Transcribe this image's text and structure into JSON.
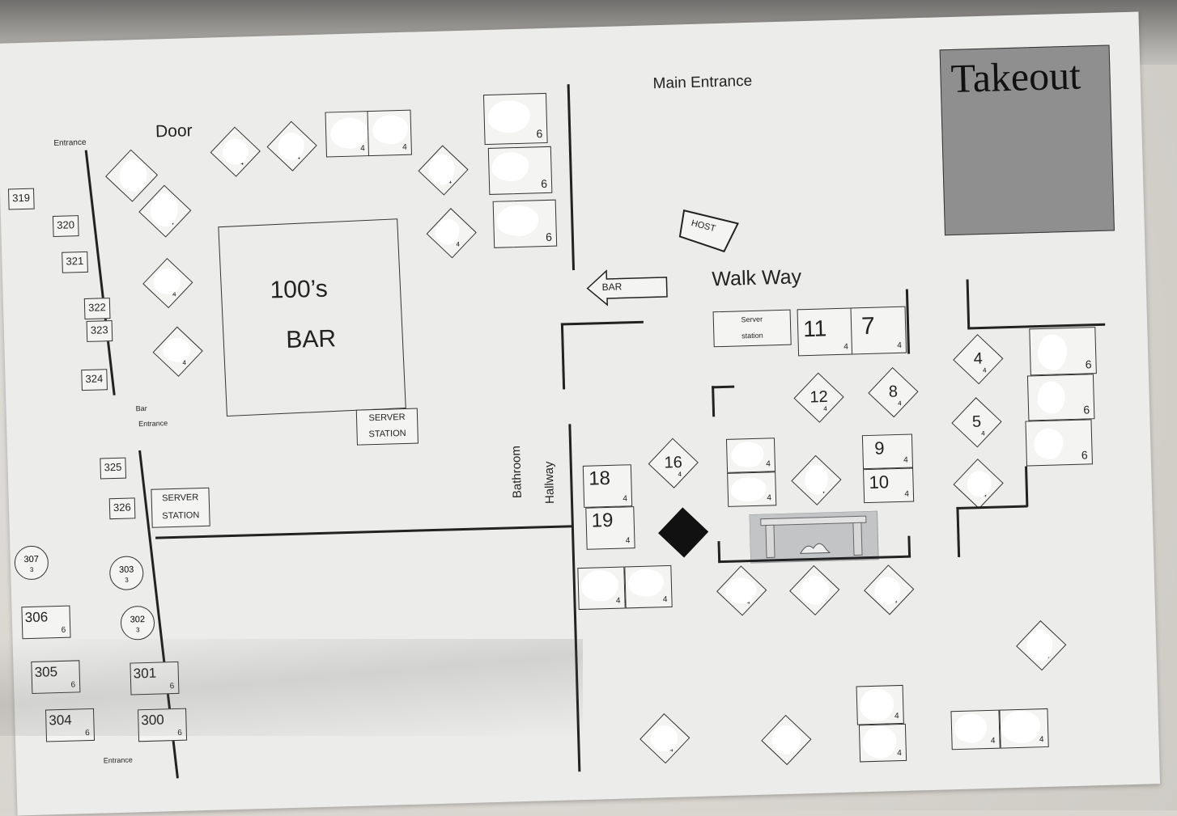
{
  "labels": {
    "main_entrance": "Main Entrance",
    "takeout": "Takeout",
    "door": "Door",
    "entrance_top": "Entrance",
    "entrance_bottom": "Entrance",
    "bar_entrance_1": "Bar",
    "bar_entrance_2": "Entrance",
    "bar_line1": "100’s",
    "bar_line2": "BAR",
    "walk_way": "Walk Way",
    "host": "HOST",
    "bar_arrow": "BAR",
    "bathroom": "Bathroom",
    "hallway": "Hallway",
    "server_station_small_1": "Server",
    "server_station_small_2": "station",
    "server_station_bar_1": "SERVER",
    "server_station_bar_2": "STATION",
    "server_station_left_1": "SERVER",
    "server_station_left_2": "STATION"
  },
  "tables_square": [
    {
      "num": "18",
      "cap": "4"
    },
    {
      "num": "19",
      "cap": "4"
    },
    {
      "num": "11",
      "cap": "4"
    },
    {
      "num": "7",
      "cap": "4"
    },
    {
      "num": "9",
      "cap": "4"
    },
    {
      "num": "10",
      "cap": "4"
    }
  ],
  "tables_diamond": [
    {
      "num": "16",
      "cap": "4"
    },
    {
      "num": "12",
      "cap": "4"
    },
    {
      "num": "8",
      "cap": "4"
    },
    {
      "num": "4",
      "cap": "4"
    },
    {
      "num": "5",
      "cap": "4"
    }
  ],
  "tables_left_small": [
    "319",
    "320",
    "321",
    "322",
    "323",
    "324",
    "325",
    "326"
  ],
  "tables_left_large": [
    {
      "num": "306",
      "cap": "6"
    },
    {
      "num": "305",
      "cap": "6"
    },
    {
      "num": "304",
      "cap": "6"
    },
    {
      "num": "301",
      "cap": "6"
    },
    {
      "num": "300",
      "cap": "6"
    }
  ],
  "tables_round": [
    {
      "num": "307",
      "cap": "3"
    },
    {
      "num": "303",
      "cap": "3"
    },
    {
      "num": "302",
      "cap": "3"
    }
  ],
  "caps": {
    "four": "4",
    "six": "6"
  },
  "colors": {
    "paper": "#ececea",
    "line": "#222222",
    "takeout_fill": "#8f8f8f",
    "redaction": "#ffffff"
  }
}
